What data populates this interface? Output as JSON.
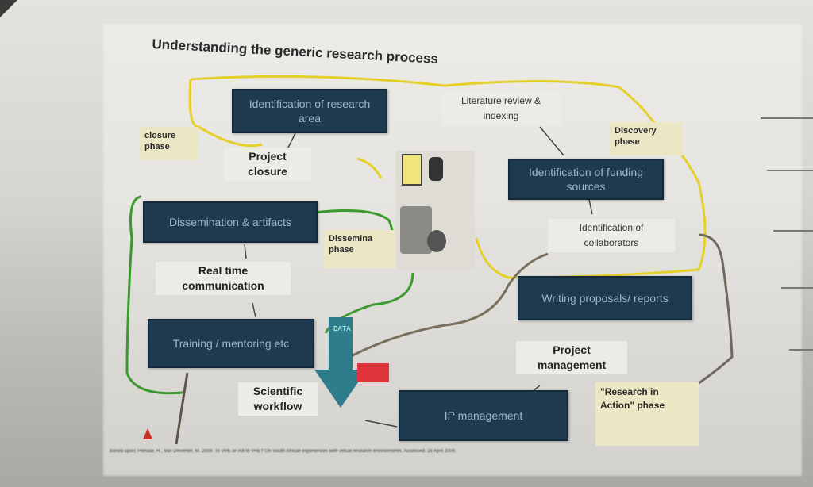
{
  "title": "Understanding the generic research process",
  "boxes": {
    "identification_research_area": "Identification of research area",
    "identification_funding_sources": "Identification of funding sources",
    "dissemination_artifacts": "Dissemination & artifacts",
    "writing_proposals_reports": "Writing proposals/ reports",
    "training_mentoring": "Training / mentoring etc",
    "ip_management": "IP management"
  },
  "labels": {
    "literature_review": "Literature review & indexing",
    "project_closure": "Project closure",
    "identification_collaborators": "Identification of collaborators",
    "real_time_communication": "Real time communication",
    "project_management": "Project management",
    "scientific_workflow": "Scientific workflow"
  },
  "phases": {
    "closure": "closure phase",
    "discovery": "Discovery phase",
    "dissemination": "Dissemina phase",
    "research_in_action": "\"Research in Action\" phase"
  },
  "arrow_text": "DATA",
  "reference": "Based upon: Pienaar, H., Van Deventer, M. 2009. To VRE or not to VRE? On South African experiences with virtual research environments. Accessed: 16 April 2009.",
  "colors": {
    "box_fill": "#1e3a50",
    "yellow_loop": "#e6cf2a",
    "green_loop": "#3a9a2c",
    "arrow": "#2e7d8c"
  }
}
